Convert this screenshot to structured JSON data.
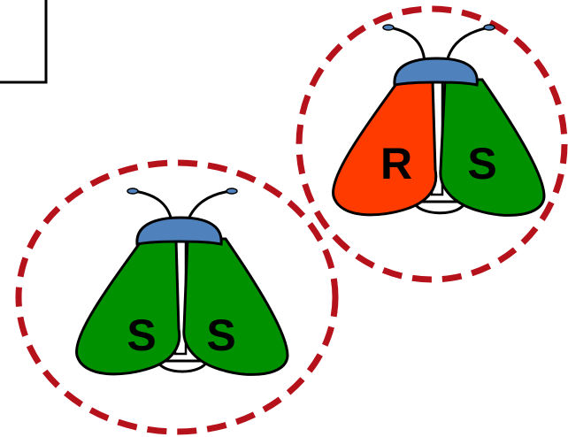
{
  "colors": {
    "circle_border": "#b5121b",
    "head": "#4f81bd",
    "wing_green": "#009100",
    "wing_red": "#ff3b00",
    "outline": "#000000"
  },
  "moths": [
    {
      "left_wing": {
        "label": "R",
        "color": "#ff3b00"
      },
      "right_wing": {
        "label": "S",
        "color": "#009100"
      }
    },
    {
      "left_wing": {
        "label": "S",
        "color": "#009100"
      },
      "right_wing": {
        "label": "S",
        "color": "#009100"
      }
    }
  ]
}
